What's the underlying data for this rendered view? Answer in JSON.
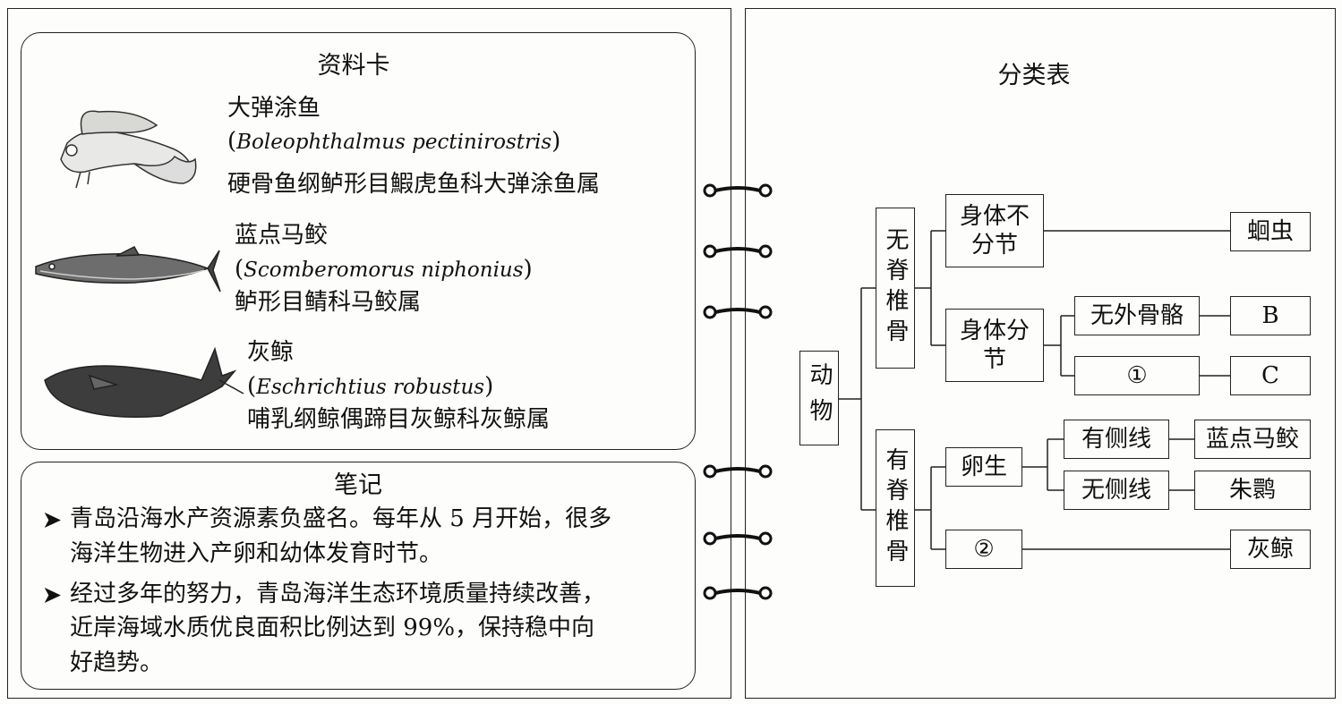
{
  "data_card": {
    "title": "资料卡",
    "species": [
      {
        "name": "大弹涂鱼",
        "latin": "Boleophthalmus pectinirostris",
        "classification": "硬骨鱼纲鲈形目鰕虎鱼科大弹涂鱼属",
        "icon": "mudskipper-illustration"
      },
      {
        "name": "蓝点马鲛",
        "latin": "Scomberomorus niphonius",
        "classification": "鲈形目鲭科马鲛属",
        "icon": "mackerel-illustration"
      },
      {
        "name": "灰鲸",
        "latin": "Eschrichtius robustus",
        "classification": "哺乳纲鲸偶蹄目灰鲸科灰鲸属",
        "icon": "gray-whale-illustration"
      }
    ]
  },
  "notes": {
    "title": "笔记",
    "items": [
      {
        "line1": "青岛沿海水产资源素负盛名。每年从 5 月开始，很多",
        "line2": "海洋生物进入产卵和幼体发育时节。",
        "line3": ""
      },
      {
        "line1": "经过多年的努力，青岛海洋生态环境质量持续改善，",
        "line2": "近岸海域水质优良面积比例达到 99%，保持稳中向",
        "line3": "好趋势。"
      }
    ],
    "bullet_glyph": "➤"
  },
  "classification_table": {
    "title": "分类表",
    "root": "动物",
    "invertebrate": "无脊椎骨",
    "vertebrate": "有脊椎骨",
    "body_unsegmented": "身体不分节",
    "body_segmented": "身体分节",
    "no_exoskeleton": "无外骨骼",
    "blank_1": "①",
    "oviparous": "卵生",
    "blank_2": "②",
    "has_lateral_line": "有侧线",
    "no_lateral_line": "无侧线",
    "roundworm": "蛔虫",
    "b": "B",
    "c": "C",
    "mackerel": "蓝点马鲛",
    "crested_ibis": "朱鹮",
    "gray_whale": "灰鲸"
  }
}
